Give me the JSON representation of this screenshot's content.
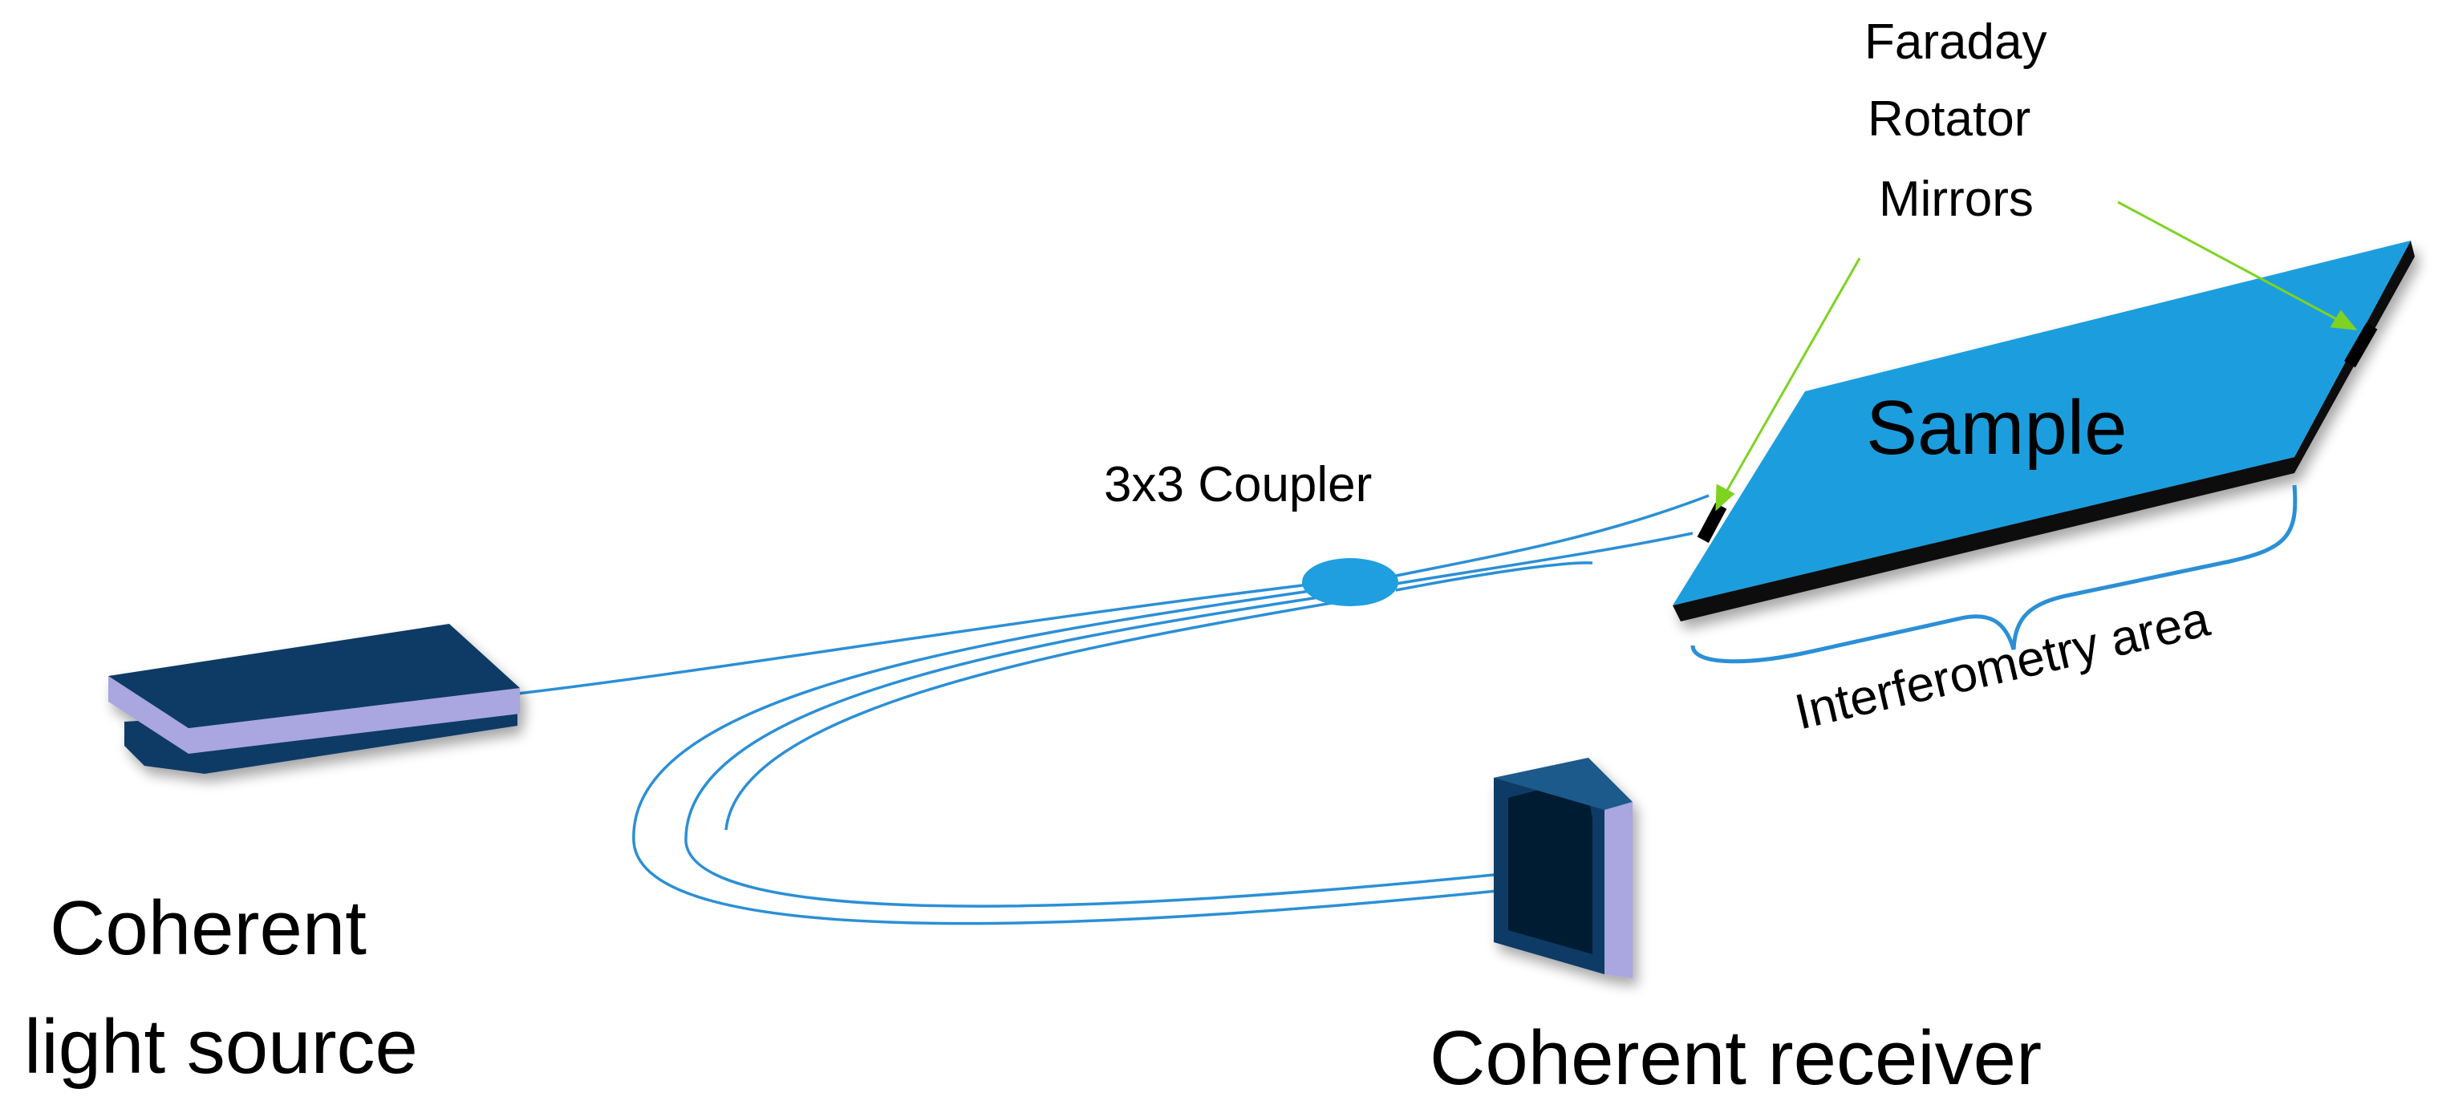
{
  "labels": {
    "faraday_line1": "Faraday",
    "faraday_line2": "Rotator",
    "faraday_line3": "Mirrors",
    "sample": "Sample",
    "coupler": "3x3 Coupler",
    "interferometry_area": "Interferometry area",
    "light_source_line1": "Coherent",
    "light_source_line2": "light source",
    "receiver": "Coherent receiver"
  },
  "colors": {
    "fiber": "#2b8fd6",
    "coupler": "#1f9fe0",
    "sample_top": "#1a9ede",
    "sample_edge": "#0a0a0a",
    "arrow": "#7ed321",
    "device_dark": "#0d3b66",
    "device_light": "#a9a6e0",
    "mirror": "#000000"
  },
  "icons": {
    "light_source": "laser-box-icon",
    "receiver": "receiver-box-icon",
    "coupler": "coupler-ellipse-icon",
    "mirror": "faraday-mirror-icon"
  }
}
